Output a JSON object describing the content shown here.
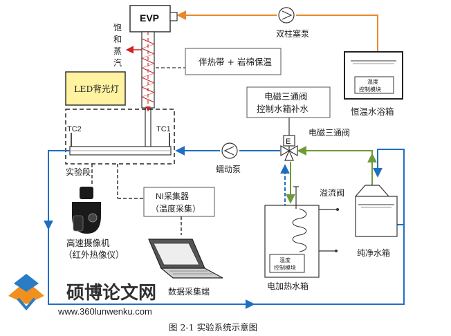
{
  "labels": {
    "evp": "EVP",
    "vapor": [
      "饱",
      "和",
      "蒸",
      "汽"
    ],
    "dual_pump": "双柱塞泵",
    "heat_tape": "伴热带 + 岩棉保温",
    "led": "LED背光灯",
    "bath_module": [
      "温度",
      "控制模块"
    ],
    "bath": "恒温水浴箱",
    "valve_box": [
      "电磁三通阀",
      "控制水箱补水"
    ],
    "valve_label": "电磁三通阀",
    "valve_e": "E",
    "tc2": "TC2",
    "tc1": "TC1",
    "test_section": "实验段",
    "peristaltic": "蠕动泵",
    "overflow": "溢流阀",
    "ni": [
      "NI采集器",
      "（温度采集）"
    ],
    "camera": [
      "高速摄像机",
      "（红外热像仪）"
    ],
    "heater_module": [
      "温度",
      "控制模块"
    ],
    "heater_tank": "电加热水箱",
    "pure_tank": "纯净水箱",
    "daq": "数据采集端",
    "caption": "图 2-1    实验系统示意图"
  },
  "watermark": {
    "name": "硕博论文网",
    "url": "www.360lunwenku.com"
  },
  "colors": {
    "orange_line": "#e8882a",
    "blue_line": "#1f6fc0",
    "green_line": "#6e9a3a",
    "red_coil": "#cc2222",
    "led_fill": "#fff2a0",
    "logo_blue": "#2a7cc4",
    "logo_orange": "#f0901e"
  }
}
